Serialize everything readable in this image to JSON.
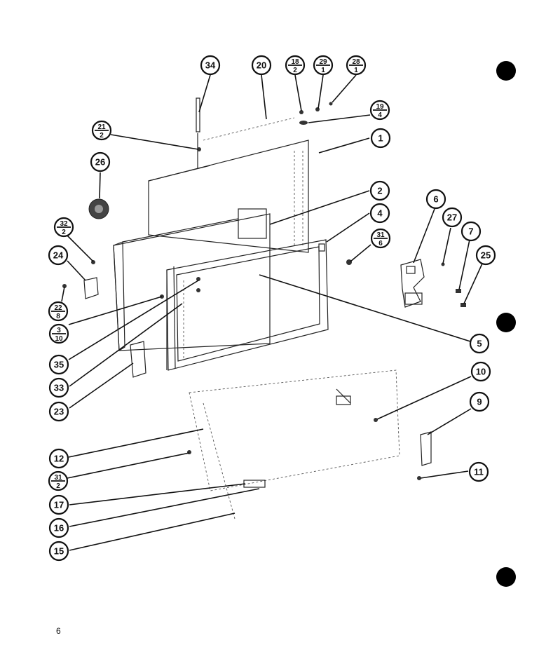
{
  "page": {
    "number": "6"
  },
  "callouts": [
    {
      "id": "c34",
      "num": "34"
    },
    {
      "id": "c20",
      "num": "20"
    },
    {
      "id": "c18",
      "num": "18",
      "qty": "2"
    },
    {
      "id": "c29",
      "num": "29",
      "qty": "1"
    },
    {
      "id": "c28",
      "num": "28",
      "qty": "1"
    },
    {
      "id": "c19",
      "num": "19",
      "qty": "4"
    },
    {
      "id": "c21",
      "num": "21",
      "qty": "2"
    },
    {
      "id": "c1",
      "num": "1"
    },
    {
      "id": "c26",
      "num": "26"
    },
    {
      "id": "c2",
      "num": "2"
    },
    {
      "id": "c6",
      "num": "6"
    },
    {
      "id": "c4",
      "num": "4"
    },
    {
      "id": "c27",
      "num": "27"
    },
    {
      "id": "c32",
      "num": "32",
      "qty": "2"
    },
    {
      "id": "c31a",
      "num": "31",
      "qty": "6"
    },
    {
      "id": "c7",
      "num": "7"
    },
    {
      "id": "c25",
      "num": "25"
    },
    {
      "id": "c24",
      "num": "24"
    },
    {
      "id": "c22",
      "num": "22",
      "qty": "8"
    },
    {
      "id": "c3",
      "num": "3",
      "qty": "10"
    },
    {
      "id": "c5",
      "num": "5"
    },
    {
      "id": "c35",
      "num": "35"
    },
    {
      "id": "c33",
      "num": "33"
    },
    {
      "id": "c10",
      "num": "10"
    },
    {
      "id": "c23",
      "num": "23"
    },
    {
      "id": "c9",
      "num": "9"
    },
    {
      "id": "c12",
      "num": "12"
    },
    {
      "id": "c31b",
      "num": "31",
      "qty": "2"
    },
    {
      "id": "c11",
      "num": "11"
    },
    {
      "id": "c17",
      "num": "17"
    },
    {
      "id": "c16",
      "num": "16"
    },
    {
      "id": "c15",
      "num": "15"
    }
  ]
}
